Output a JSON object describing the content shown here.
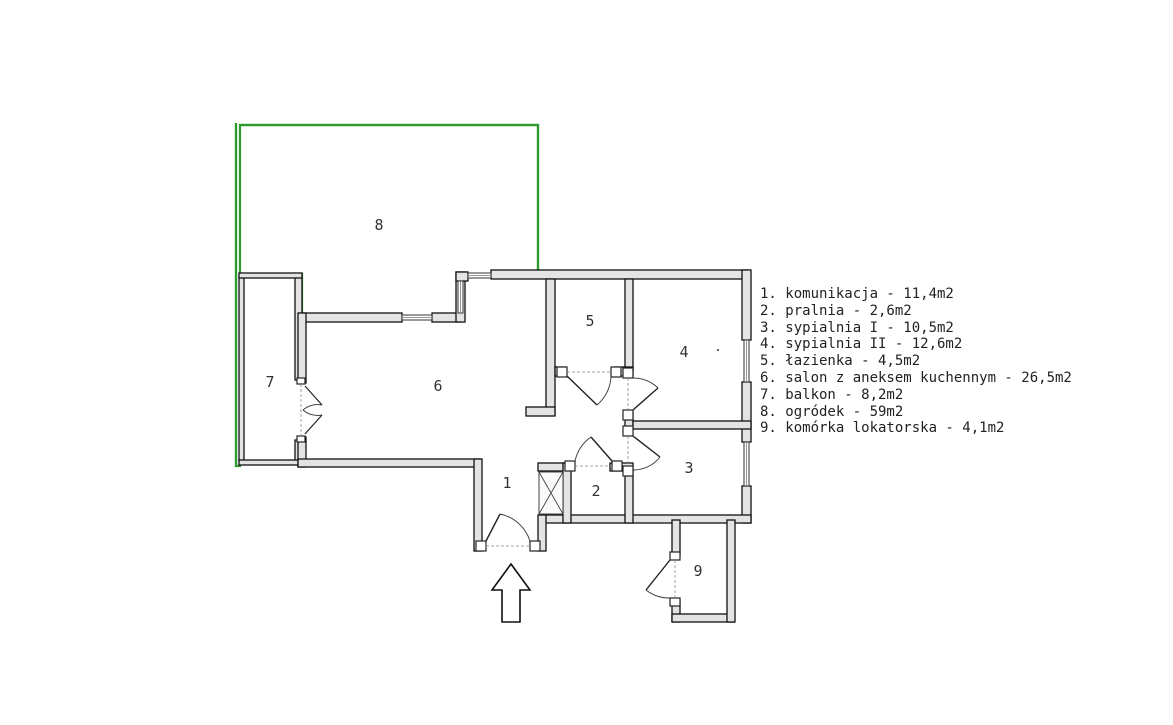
{
  "rooms": [
    {
      "number": "1",
      "name": "komunikacja",
      "area": "11,4m2"
    },
    {
      "number": "2",
      "name": "pralnia",
      "area": "2,6m2"
    },
    {
      "number": "3",
      "name": "sypialnia I",
      "area": "10,5m2"
    },
    {
      "number": "4",
      "name": "sypialnia II",
      "area": "12,6m2"
    },
    {
      "number": "5",
      "name": "łazienka",
      "area": "4,5m2"
    },
    {
      "number": "6",
      "name": "salon z aneksem kuchennym",
      "area": "26,5m2"
    },
    {
      "number": "7",
      "name": "balkon",
      "area": "8,2m2"
    },
    {
      "number": "8",
      "name": "ogródek",
      "area": "59m2"
    },
    {
      "number": "9",
      "name": "komórka lokatorska",
      "area": "4,1m2"
    }
  ],
  "legend": [
    "1. komunikacja - 11,4m2",
    "2. pralnia - 2,6m2",
    "3. sypialnia I - 10,5m2",
    "4. sypialnia II - 12,6m2",
    "5. łazienka - 4,5m2",
    "6. salon z aneksem kuchennym - 26,5m2",
    "7. balkon - 8,2m2",
    "8. ogródek - 59m2",
    "9. komórka lokatorska - 4,1m2"
  ],
  "colors": {
    "garden_border": "#2e9b2e",
    "walls": "#111111",
    "wall_fill": "#e4e4e4"
  },
  "icons": {
    "entrance": "entrance-arrow-icon"
  }
}
